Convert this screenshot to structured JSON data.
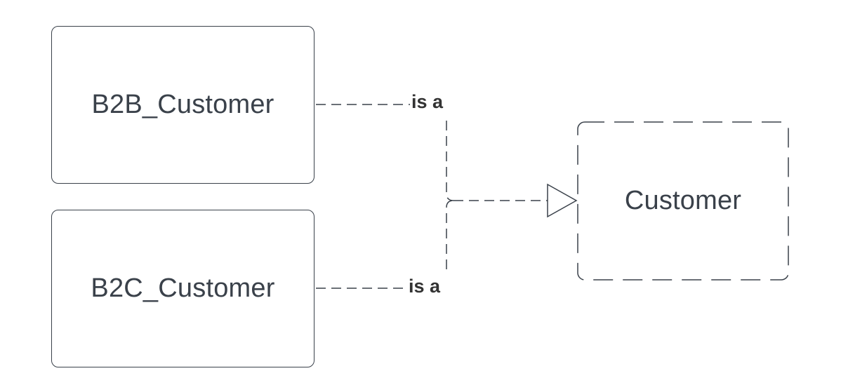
{
  "diagram": {
    "nodes": [
      {
        "id": "b2b",
        "label": "B2B_Customer",
        "border": "solid"
      },
      {
        "id": "b2c",
        "label": "B2C_Customer",
        "border": "solid"
      },
      {
        "id": "customer",
        "label": "Customer",
        "border": "dashed"
      }
    ],
    "edges": [
      {
        "from": "b2b",
        "to": "customer",
        "label": "is a",
        "style": "dashed",
        "arrow": "hollow-triangle"
      },
      {
        "from": "b2c",
        "to": "customer",
        "label": "is a",
        "style": "dashed",
        "arrow": "hollow-triangle"
      }
    ],
    "colors": {
      "stroke": "#3a414a",
      "text": "#3a414a",
      "edge_label": "#333333",
      "background": "#ffffff"
    }
  }
}
